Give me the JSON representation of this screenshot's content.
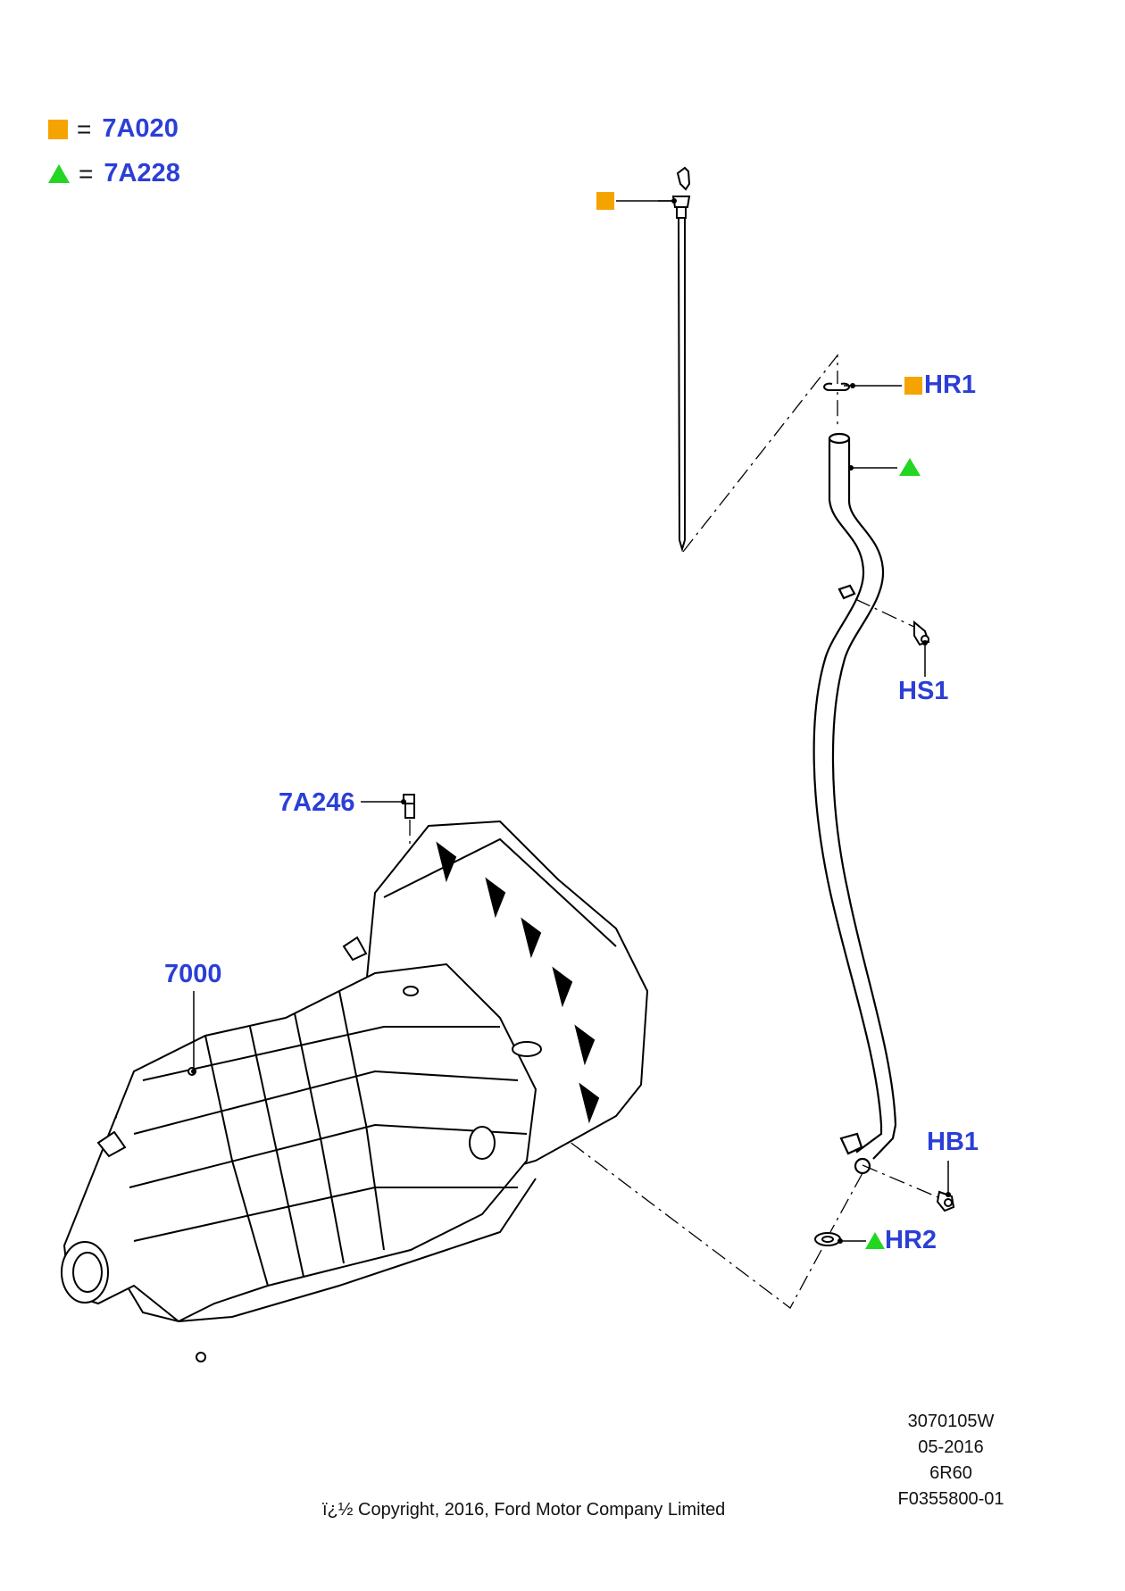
{
  "legend": [
    {
      "symbol": "orange-square",
      "equals": "=",
      "code": "7A020"
    },
    {
      "symbol": "green-triangle",
      "equals": "=",
      "code": "7A228"
    }
  ],
  "callouts": {
    "hr1": "HR1",
    "hs1": "HS1",
    "hb1": "HB1",
    "hr2": "HR2",
    "p7a246": "7A246",
    "p7000": "7000"
  },
  "reference_block": [
    "3070105W",
    "05-2016",
    "6R60",
    "F0355800-01"
  ],
  "copyright": "ï¿½ Copyright, 2016, Ford Motor Company Limited",
  "colors": {
    "callout_blue": "#2b3fd6",
    "orange": "#f5a300",
    "green": "#22d622",
    "line": "#000000"
  }
}
